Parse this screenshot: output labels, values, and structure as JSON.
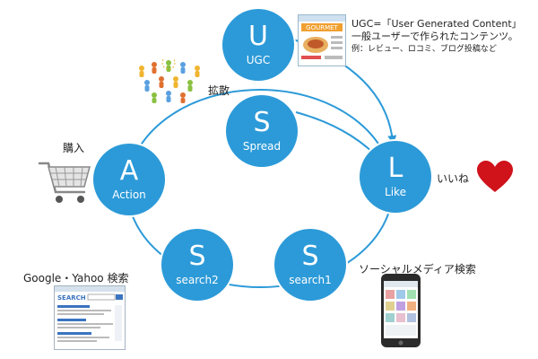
{
  "nodes": {
    "ugc": {
      "letter": "U",
      "sub": "UGC"
    },
    "spread": {
      "letter": "S",
      "sub": "Spread"
    },
    "like": {
      "letter": "L",
      "sub": "Like"
    },
    "search1": {
      "letter": "S",
      "sub": "search1"
    },
    "search2": {
      "letter": "S",
      "sub": "search2"
    },
    "action": {
      "letter": "A",
      "sub": "Action"
    }
  },
  "labels": {
    "kakusan": "拡散",
    "konyu": "購入",
    "iine": "いいね",
    "social_search": "ソーシャルメディア検索",
    "web_search": "Google・Yahoo 検索"
  },
  "ugc_description": {
    "line1": "UGC=「User Generated Content」",
    "line2": "一般ユーザーで作られたコンテンツ。",
    "line3": "例：レビュー、ロコミ、ブログ投稿など"
  },
  "thumbnails": {
    "gourmet_title": "GOURMET",
    "search_title": "SEARCH"
  },
  "colors": {
    "node": "#2c9ad8",
    "ring": "#2c9ad8",
    "heart": "#d0121b"
  }
}
